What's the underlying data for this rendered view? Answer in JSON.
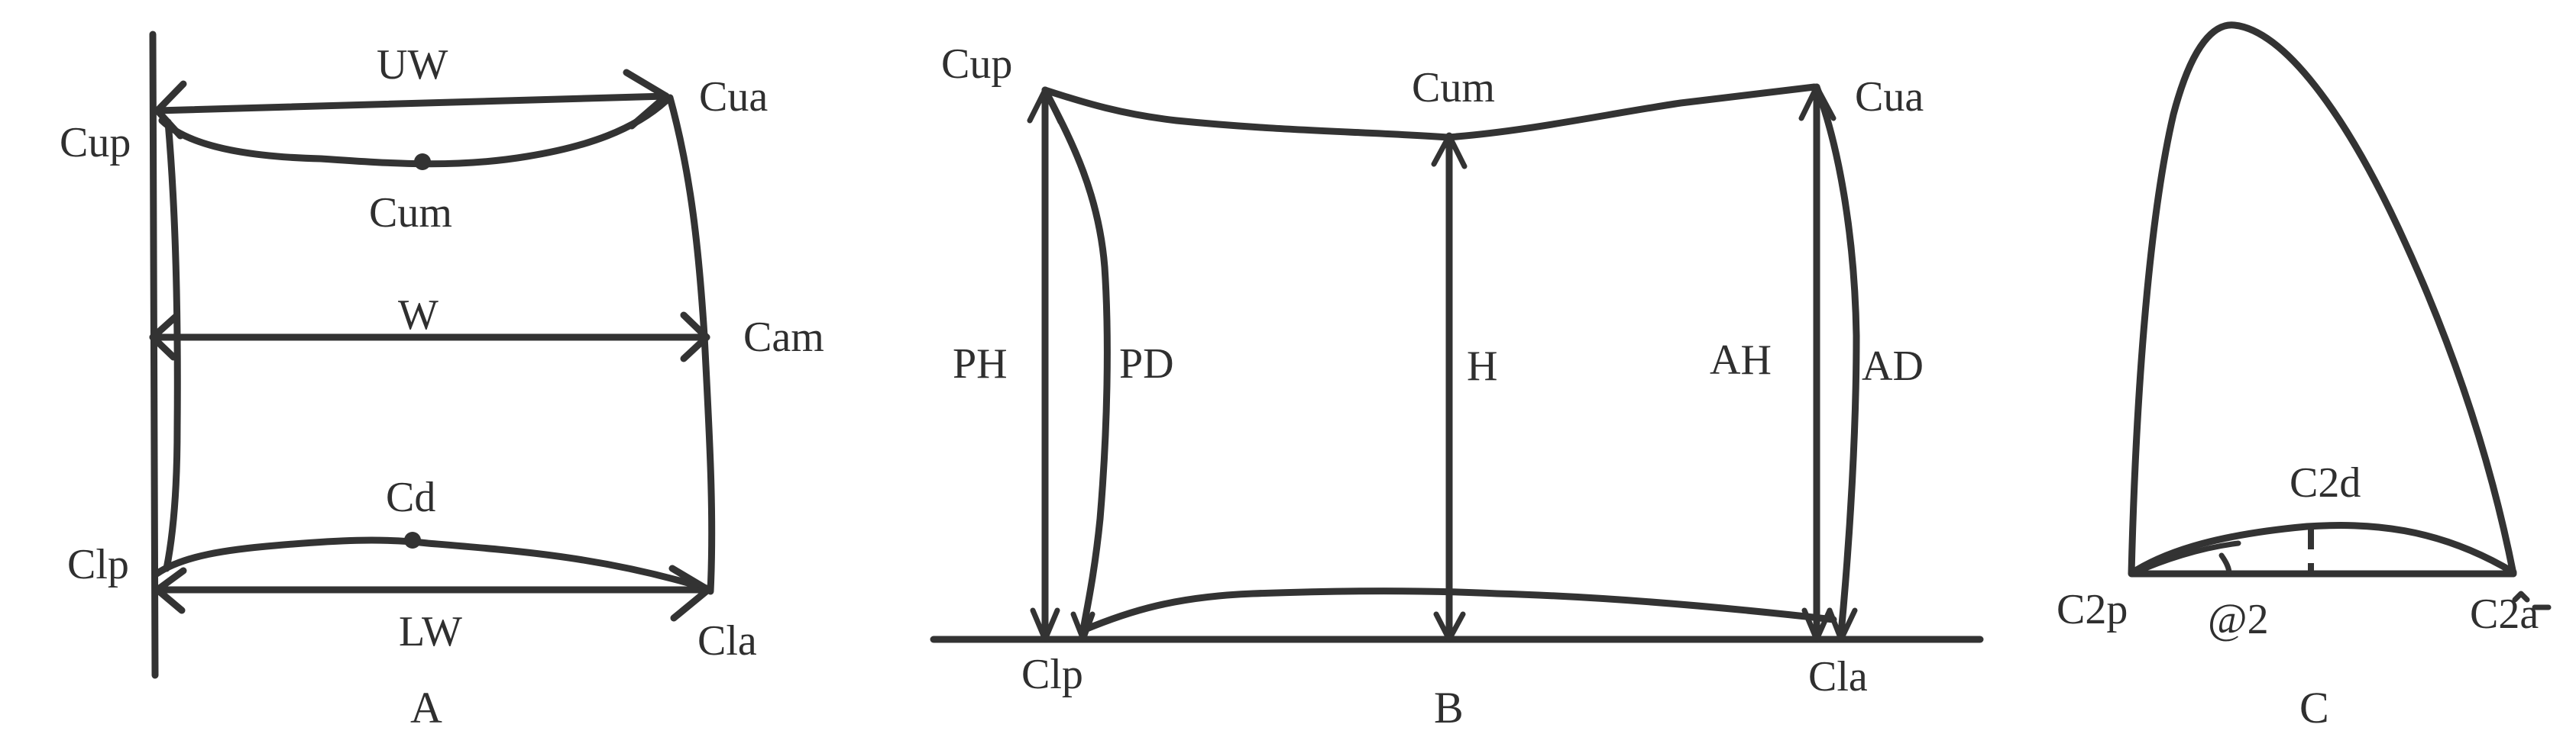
{
  "panel_a": {
    "caption": "A",
    "labels": {
      "uw": "UW",
      "cup": "Cup",
      "cua": "Cua",
      "cum": "Cum",
      "w": "W",
      "cam": "Cam",
      "cd": "Cd",
      "clp": "Clp",
      "lw": "LW",
      "cla": "Cla"
    }
  },
  "panel_b": {
    "caption": "B",
    "labels": {
      "cup": "Cup",
      "cum": "Cum",
      "cua": "Cua",
      "ph": "PH",
      "pd": "PD",
      "h": "H",
      "ah": "AH",
      "ad": "AD",
      "clp": "Clp",
      "cla": "Cla"
    }
  },
  "panel_c": {
    "caption": "C",
    "labels": {
      "c2d": "C2d",
      "c2p": "C2p",
      "angle": "@2",
      "c2a": "C2a"
    }
  },
  "colors": {
    "ink": "#333333",
    "background": "#ffffff"
  }
}
